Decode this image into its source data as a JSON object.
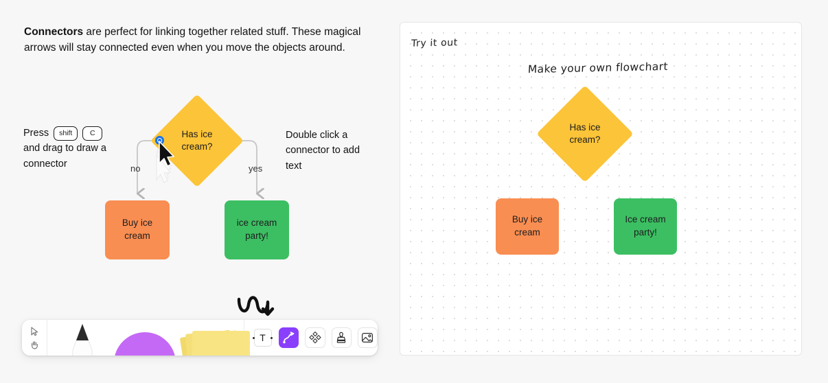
{
  "intro": {
    "bold": "Connectors",
    "rest": " are perfect for linking together related stuff. These magical arrows will stay connected even when you move the objects around."
  },
  "hints": {
    "press_prefix": "Press",
    "key_shift": "shift",
    "key_c": "C",
    "press_suffix": "and drag to draw a connector",
    "double_click": "Double click a connector to add text"
  },
  "flowchart_left": {
    "decision": {
      "line1": "Has ice",
      "line2": "cream?",
      "color": "#fcc438"
    },
    "edge_no": "no",
    "edge_yes": "yes",
    "node_no": {
      "line1": "Buy ice",
      "line2": "cream",
      "color": "#f98e52"
    },
    "node_yes": {
      "line1": "ice cream",
      "line2": "party!",
      "color": "#3cbf62"
    }
  },
  "canvas": {
    "note_try": "Try it out",
    "note_make": "Make your own flowchart",
    "decision": {
      "line1": "Has ice",
      "line2": "cream?",
      "color": "#fcc438"
    },
    "node_no": {
      "line1": "Buy ice",
      "line2": "cream",
      "color": "#f98e52"
    },
    "node_yes": {
      "line1": "Ice cream",
      "line2": "party!",
      "color": "#3cbf62"
    }
  },
  "toolbar": {
    "items": [
      {
        "name": "select-tool",
        "icon": "cursor-arrow-icon"
      },
      {
        "name": "pan-tool",
        "icon": "hand-icon"
      },
      {
        "name": "draw-tool",
        "icon": "pencil-icon"
      },
      {
        "name": "shape-tool",
        "icon": "circle-shape-icon"
      },
      {
        "name": "sticky-note-tool",
        "icon": "sticky-note-icon"
      },
      {
        "name": "text-tool",
        "icon": "text-t-icon",
        "label": "T"
      },
      {
        "name": "connector-tool",
        "icon": "connector-icon",
        "active": true
      },
      {
        "name": "shapes-tool",
        "icon": "diamond-grid-icon"
      },
      {
        "name": "stamp-tool",
        "icon": "stamp-icon"
      },
      {
        "name": "image-tool",
        "icon": "image-icon"
      }
    ],
    "accent": "#8a3ffc"
  },
  "cursor": {
    "handle_color": "#1a73e8"
  }
}
